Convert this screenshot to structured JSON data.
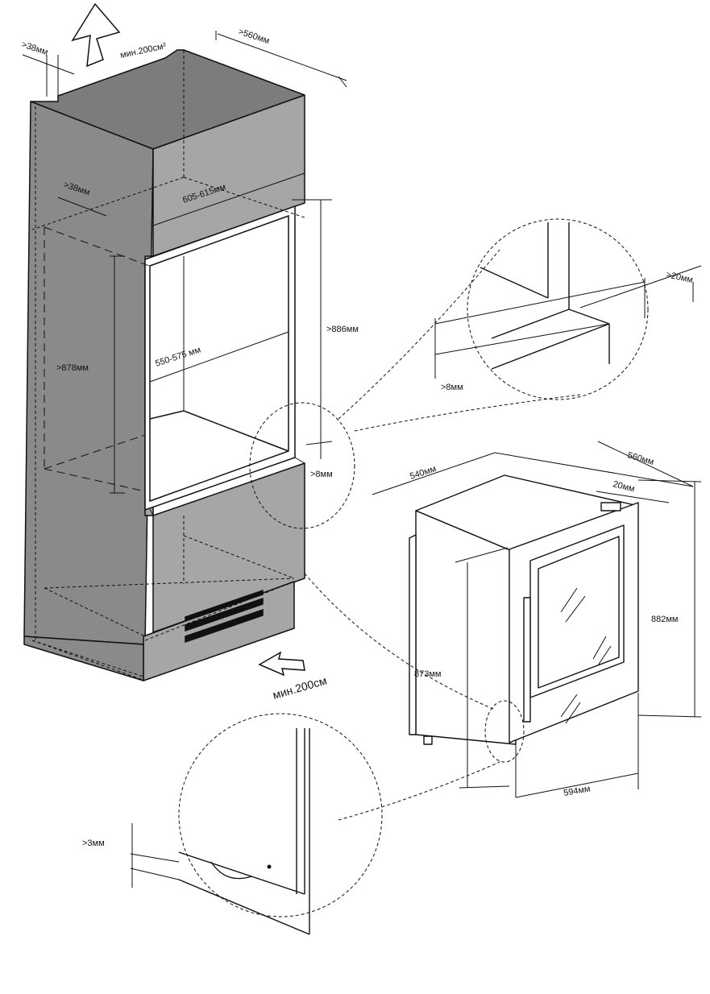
{
  "colors": {
    "panel_front": "#8a8a8a",
    "panel_top": "#7c7c7c",
    "panel_side": "#a6a6a6",
    "line": "#111111",
    "white": "#ffffff"
  },
  "labels": {
    "top_vent_area": "мин.200см²",
    "top_gap": ">38мм",
    "depth_top": ">560мм",
    "side_gap": ">38мм",
    "width_outer": "605-615мм",
    "width_inner": "550-575 мм",
    "height_opening": ">878мм",
    "height_outer": ">886мм",
    "bottom_gap": ">8мм",
    "bottom_vent_area": "мин.200см",
    "detail_side_gap": ">20мм",
    "detail_bottom_gap": ">8мм",
    "unit_depth": "540мм",
    "unit_depth_total": "560мм",
    "unit_door_offset": "20мм",
    "unit_height_total": "882мм",
    "unit_height_body": "873мм",
    "unit_width": "594мм",
    "detail_floor_gap": ">3мм"
  }
}
